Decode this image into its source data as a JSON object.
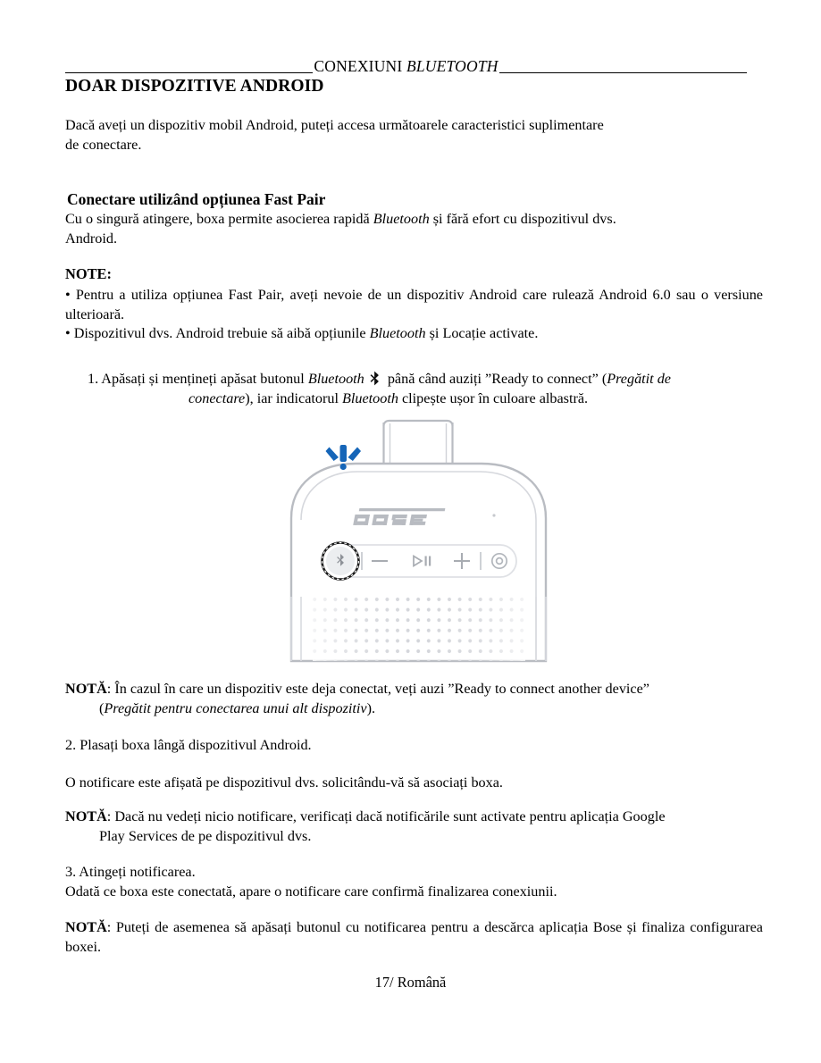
{
  "header": {
    "title_plain": "CONEXIUNI ",
    "title_italic": "BLUETOOTH"
  },
  "headings": {
    "h1": "DOAR DISPOZITIVE ANDROID",
    "h2": "Conectare utilizând opțiunea Fast Pair"
  },
  "body": {
    "intro": "Dacă aveți un dispozitiv mobil Android, puteți accesa următoarele caracteristici suplimentare de conectare.",
    "fastpair_a": "Cu o singură atingere, boxa permite asocierea rapidă ",
    "fastpair_bluetooth": "Bluetooth",
    "fastpair_b": " și fără efort cu dispozitivul dvs. Android.",
    "note_label": "NOTE:",
    "bullet1": "• Pentru a utiliza opțiunea Fast Pair, aveți nevoie de un dispozitiv Android care rulează Android 6.0 sau o versiune ulterioară.",
    "bullet2_a": "• Dispozitivul dvs. Android trebuie să aibă opțiunile ",
    "bullet2_bluetooth": "Bluetooth",
    "bullet2_b": " și Locație activate."
  },
  "step1": {
    "line1_a": "1. Apăsați și mențineți apăsat butonul ",
    "line1_bluetooth": "Bluetooth",
    "line1_b": " până când auziți ”Ready to connect” (",
    "line1_italic_tail": "Pregătit de",
    "line2_italic_head": "conectare",
    "line2_a": "), iar indicatorul ",
    "line2_bluetooth": "Bluetooth",
    "line2_b": " clipește ușor în culoare albastră.",
    "icon": "bluetooth-icon"
  },
  "nota1": {
    "label": "NOTĂ",
    "line1": ": În cazul în care un dispozitiv este deja conectat, veți auzi ”Ready to connect another device”",
    "line2_open": "(",
    "line2_italic": "Pregătit pentru conectarea unui alt dispozitiv",
    "line2_close": ")."
  },
  "step2": {
    "text": "2. Plasați boxa lângă dispozitivul Android."
  },
  "after_step2": {
    "text": "O notificare este afișată pe dispozitivul dvs. solicitându-vă să asociați boxa."
  },
  "nota2": {
    "label": "NOTĂ",
    "line1": ": Dacă nu vedeți nicio notificare, verificați dacă notificările sunt activate pentru aplicația Google",
    "line2": "Play Services de pe dispozitivul dvs."
  },
  "step3": {
    "line1": "3. Atingeți notificarea.",
    "line2": "Odată ce boxa este conectată, apare o notificare care confirmă finalizarea conexiunii."
  },
  "nota3": {
    "label": "NOTĂ",
    "text": ": Puteți de asemenea să apăsați butonul cu notificarea pentru a descărca aplicația Bose și finaliza configurarea boxei."
  },
  "footer": {
    "text": "17/ Română"
  },
  "illustration": {
    "name": "bose-speaker-diagram",
    "brand_logo": "BOSE",
    "blue_indicator_color": "#1565b8",
    "outline_color": "#b9bcc2",
    "buttons": [
      {
        "name": "bluetooth-button",
        "glyph": "bluetooth"
      },
      {
        "name": "volume-down-button",
        "glyph": "minus"
      },
      {
        "name": "play-pause-button",
        "glyph": "play-pause"
      },
      {
        "name": "volume-up-button",
        "glyph": "plus"
      },
      {
        "name": "multifunction-button",
        "glyph": "circle-target"
      }
    ]
  }
}
